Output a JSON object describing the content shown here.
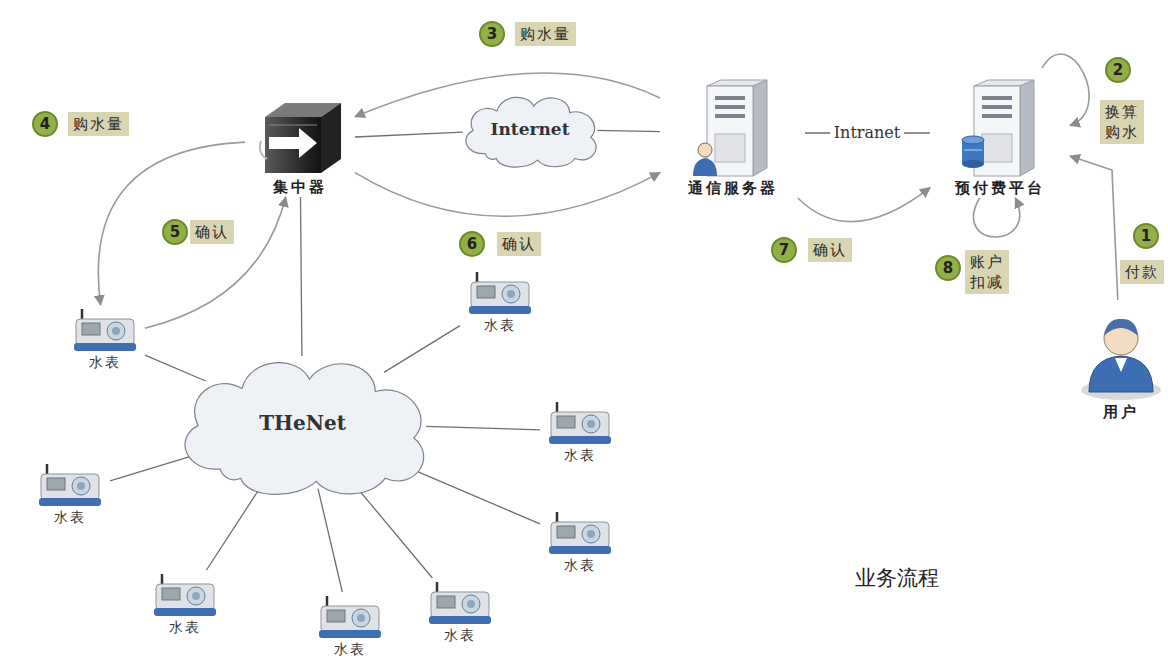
{
  "diagram": {
    "nodes": [
      {
        "text": [
          "集中器"
        ]
      },
      {
        "text": [
          "Internet"
        ]
      },
      {
        "text": [
          "通信服务器"
        ]
      },
      {
        "text": [
          "预付费平台"
        ]
      },
      {
        "text": [
          "用户"
        ]
      },
      {
        "text": [
          "THeNet"
        ]
      },
      {
        "text": [
          "水表"
        ]
      },
      {
        "text": [
          "水表"
        ]
      },
      {
        "text": [
          "水表"
        ]
      },
      {
        "text": [
          "水表"
        ]
      },
      {
        "text": [
          "水表"
        ]
      },
      {
        "text": [
          "水表"
        ]
      },
      {
        "text": [
          "水表"
        ]
      },
      {
        "text": [
          "水表"
        ]
      }
    ],
    "edges": [
      {
        "from": 4,
        "to": 3,
        "arrow": "to",
        "label": "付款"
      },
      {
        "from": 3,
        "to": 3,
        "arrow": "to",
        "label": "换算购水"
      },
      {
        "from": 2,
        "to": 0,
        "arrow": "to",
        "label": "购水量"
      },
      {
        "from": 0,
        "to": 6,
        "arrow": "to",
        "label": "购水量"
      },
      {
        "from": 6,
        "to": 0,
        "arrow": "to",
        "label": "确认"
      },
      {
        "from": 0,
        "to": 2,
        "arrow": "to",
        "label": "确认"
      },
      {
        "from": 2,
        "to": 3,
        "arrow": "to",
        "label": "确认"
      },
      {
        "from": 3,
        "to": 3,
        "arrow": "to",
        "label": "账户扣减"
      },
      {
        "from": 0,
        "to": 1,
        "arrow": "none"
      },
      {
        "from": 1,
        "to": 2,
        "arrow": "none"
      },
      {
        "from": 2,
        "to": 3,
        "arrow": "none",
        "label": "Intranet"
      },
      {
        "from": 0,
        "to": 5,
        "arrow": "none"
      },
      {
        "from": 5,
        "to": 6,
        "arrow": "none"
      },
      {
        "from": 5,
        "to": 7,
        "arrow": "none"
      },
      {
        "from": 5,
        "to": 8,
        "arrow": "none"
      },
      {
        "from": 5,
        "to": 9,
        "arrow": "none"
      },
      {
        "from": 5,
        "to": 10,
        "arrow": "none"
      },
      {
        "from": 5,
        "to": 11,
        "arrow": "none"
      },
      {
        "from": 5,
        "to": 12,
        "arrow": "none"
      },
      {
        "from": 5,
        "to": 13,
        "arrow": "none"
      }
    ],
    "labels": [
      "1",
      "2",
      "3",
      "4",
      "5",
      "6",
      "7",
      "8",
      "业务流程"
    ]
  }
}
